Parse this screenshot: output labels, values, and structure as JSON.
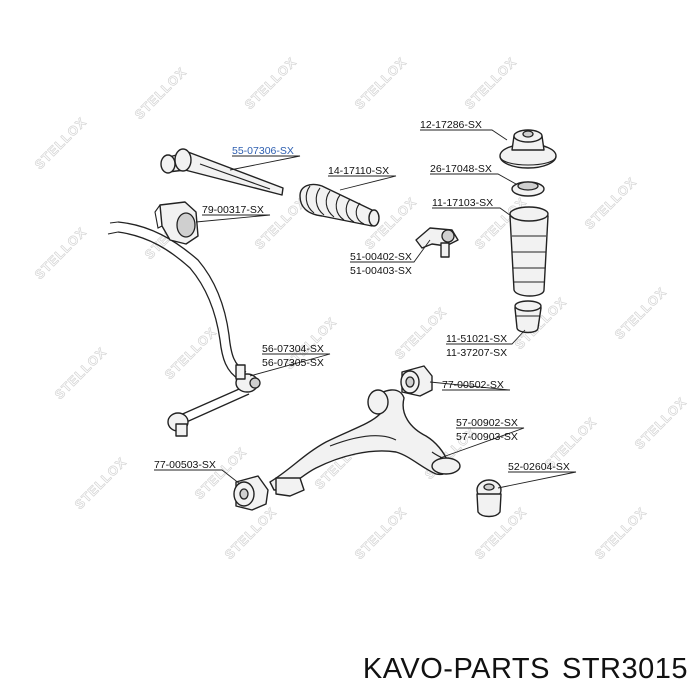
{
  "watermark": "STELLOX",
  "part_labels": [
    "12-17286-SX",
    "55-07306-SX",
    "26-17048-SX",
    "14-17110-SX",
    "11-17103-SX",
    "79-00317-SX",
    "51-00402-SX",
    "51-00403-SX",
    "11-51021-SX",
    "11-37207-SX",
    "56-07304-SX",
    "56-07305-SX",
    "77-00502-SX",
    "57-00902-SX",
    "57-00903-SX",
    "77-00503-SX",
    "52-02604-SX"
  ],
  "highlighted_label": "55-07306-SX",
  "footer": {
    "brand": "KAVO-PARTS",
    "part_number": "STR3015"
  }
}
